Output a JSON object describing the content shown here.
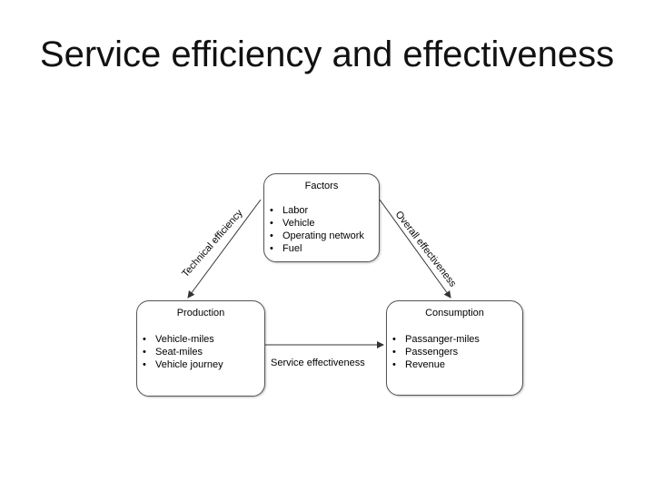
{
  "title": "Service efficiency and effectiveness",
  "nodes": {
    "factors": {
      "title": "Factors",
      "items": [
        "Labor",
        "Vehicle",
        "Operating network",
        "Fuel"
      ]
    },
    "production": {
      "title": "Production",
      "items": [
        "Vehicle-miles",
        "Seat-miles",
        "Vehicle journey"
      ]
    },
    "consumption": {
      "title": "Consumption",
      "items": [
        "Passanger-miles",
        "Passengers",
        "Revenue"
      ]
    }
  },
  "edges": {
    "technical_efficiency": "Technical efficiency",
    "overall_effectiveness": "Overall effectiveness",
    "service_effectiveness": "Service effectiveness"
  },
  "colors": {
    "border": "#555555",
    "arrow": "#333333"
  }
}
